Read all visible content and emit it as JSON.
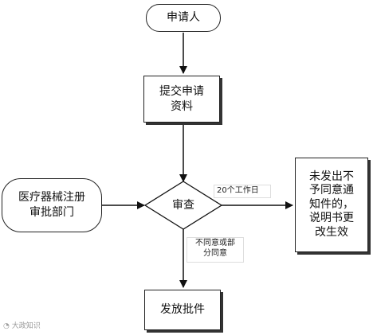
{
  "nodes": {
    "applicant": "申请人",
    "submit": "提交申请\n资料",
    "registry": "医疗器械注册\n审批部门",
    "review": "审查",
    "not_approved": "未发出不\n予同意通\n知件的，\n说明书更\n改生效",
    "issue": "发放批件"
  },
  "edge_labels": {
    "twenty_days": "20个工作日",
    "disagree": "不同意或部\n分同意"
  },
  "watermark": "大政知识"
}
